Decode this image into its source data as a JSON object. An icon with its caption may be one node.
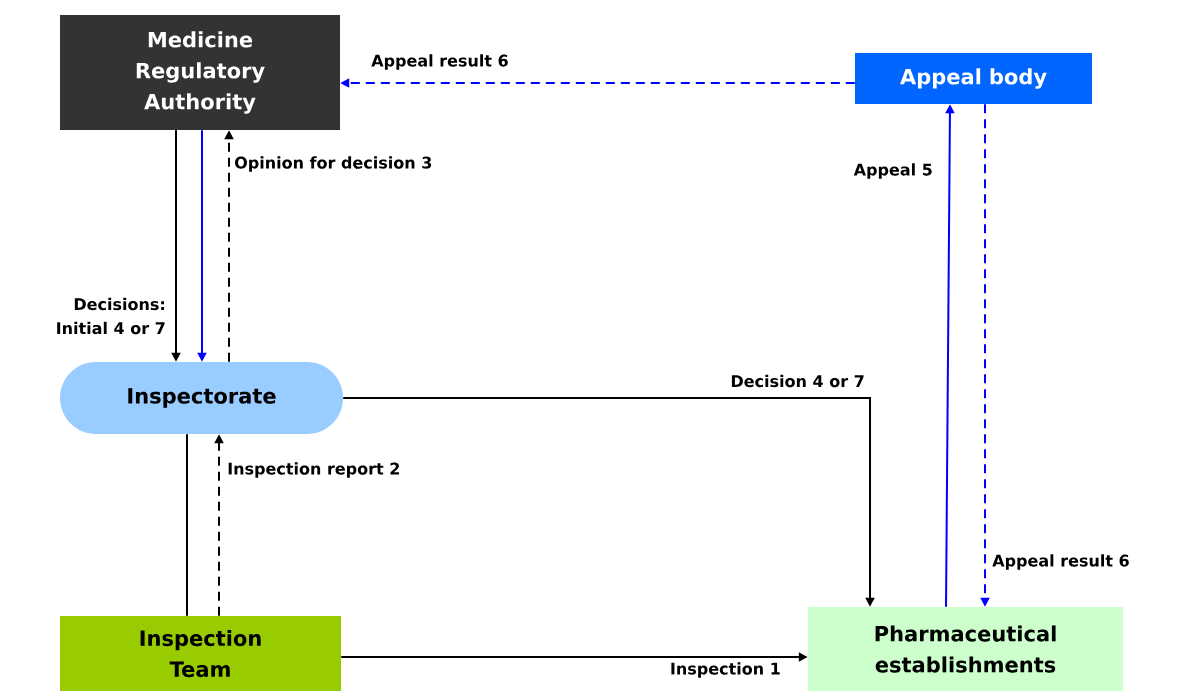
{
  "diagram": {
    "nodes": [
      {
        "text": [
          "Medicine Regulatory Authority"
        ]
      },
      {
        "text": [
          "Appeal body"
        ]
      },
      {
        "text": [
          "Inspectorate"
        ]
      },
      {
        "text": [
          "Inspection Team"
        ]
      },
      {
        "text": [
          "Pharmaceutical establishments"
        ]
      }
    ],
    "edges": [
      {
        "from": 1,
        "to": 0,
        "arrow": "to",
        "label": "Appeal result 6",
        "style": "dashed",
        "color": "#0000ff"
      },
      {
        "from": 0,
        "to": 2,
        "arrow": "to",
        "label": "Decisions: Initial 4 or 7"
      },
      {
        "from": 0,
        "to": 2,
        "arrow": "to",
        "color": "#0000ff"
      },
      {
        "from": 2,
        "to": 0,
        "arrow": "to",
        "label": "Opinion for decision 3",
        "style": "dashed"
      },
      {
        "from": 2,
        "to": 3,
        "arrow": "none"
      },
      {
        "from": 3,
        "to": 2,
        "arrow": "to",
        "label": "Inspection report 2",
        "style": "dashed"
      },
      {
        "from": 2,
        "to": 4,
        "arrow": "to",
        "label": "Decision 4 or 7"
      },
      {
        "from": 3,
        "to": 4,
        "arrow": "to",
        "label": "Inspection 1"
      },
      {
        "from": 4,
        "to": 1,
        "arrow": "to",
        "label": "Appeal 5",
        "color": "#0000ff"
      },
      {
        "from": 1,
        "to": 4,
        "arrow": "to",
        "label": "Appeal result 6",
        "style": "dashed",
        "color": "#0000ff"
      }
    ]
  }
}
